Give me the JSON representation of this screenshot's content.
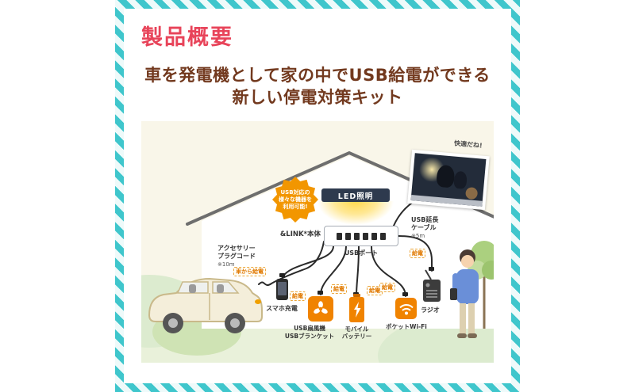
{
  "colors": {
    "frame_teal": "#3fc6cc",
    "title_red": "#e8445a",
    "headline_brown": "#72391e",
    "accent_orange": "#f08300",
    "led_yellow": "#ffd84d"
  },
  "header": {
    "title": "製品概要",
    "headline_line1": "車を発電機として家の中でUSB給電ができる",
    "headline_line2": "新しい停電対策キット"
  },
  "scene": {
    "badge": {
      "line1": "USB対応の",
      "line2": "様々な機器を",
      "line3": "利用可能!"
    },
    "photo_caption": "快適だね!",
    "led_label": "LED照明",
    "unit_label": "&LINK*本体",
    "usb_port_label": "USBポート",
    "extension": {
      "line1": "USB延長",
      "line2": "ケーブル",
      "note": "※5m"
    },
    "cord": {
      "line1": "アクセサリー",
      "line2": "プラグコード",
      "note": "※10m"
    },
    "supply_tag": "給電",
    "car_supply_tag": "車から給電",
    "devices": {
      "phone": "スマホ充電",
      "fan": "USB扇風機",
      "blanket": "USBブランケット",
      "battery_line1": "モバイル",
      "battery_line2": "バッテリー",
      "wifi": "ポケットWi-Fi",
      "radio": "ラジオ"
    }
  }
}
